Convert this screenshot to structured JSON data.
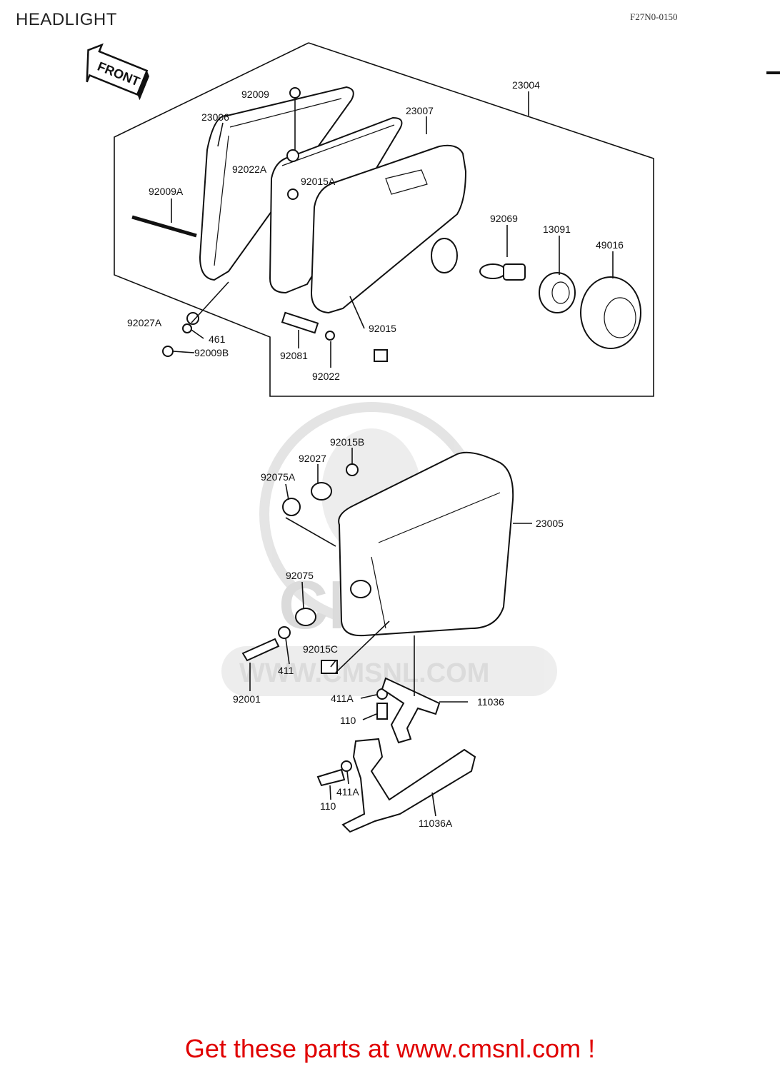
{
  "header": {
    "title": "HEADLIGHT",
    "diagram_code": "F27N0-0150"
  },
  "front_arrow": {
    "label": "FRONT"
  },
  "watermark": {
    "logo_text": "CMS",
    "url_text": "WWW.CMSNL.COM"
  },
  "parts": {
    "p23004": "23004",
    "p92009": "92009",
    "p23006": "23006",
    "p23007": "23007",
    "p92022A": "92022A",
    "p92015A": "92015A",
    "p92009A": "92009A",
    "p92069": "92069",
    "p13091": "13091",
    "p49016": "49016",
    "p92027A": "92027A",
    "p461": "461",
    "p92009B": "92009B",
    "p92081": "92081",
    "p92015": "92015",
    "p92022": "92022",
    "p92015B": "92015B",
    "p92027": "92027",
    "p92075A": "92075A",
    "p23005": "23005",
    "p92075": "92075",
    "p92015C": "92015C",
    "p411": "411",
    "p92001": "92001",
    "p411A_1": "411A",
    "p11036": "11036",
    "p110_1": "110",
    "p411A_2": "411A",
    "p110_2": "110",
    "p11036A": "11036A"
  },
  "footer": {
    "text": "Get these parts at www.cmsnl.com !"
  }
}
